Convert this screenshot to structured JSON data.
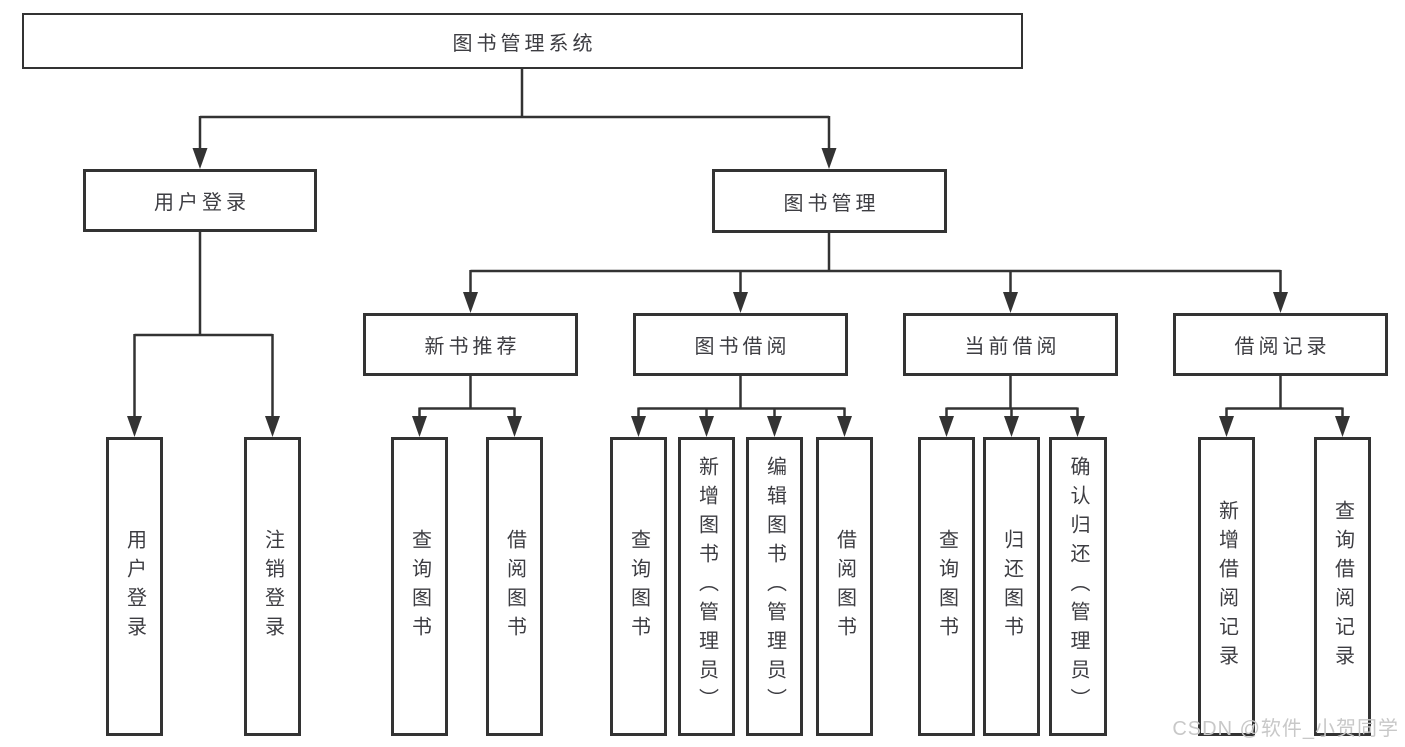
{
  "diagram_title": "图书管理系统",
  "tree": {
    "root": {
      "label": "图书管理系统",
      "children": [
        {
          "label": "用户登录",
          "children": [
            {
              "label": "用户登录"
            },
            {
              "label": "注销登录"
            }
          ]
        },
        {
          "label": "图书管理",
          "children": [
            {
              "label": "新书推荐",
              "children": [
                {
                  "label": "查询图书"
                },
                {
                  "label": "借阅图书"
                }
              ]
            },
            {
              "label": "图书借阅",
              "children": [
                {
                  "label": "查询图书"
                },
                {
                  "label": "新增图书（管理员）"
                },
                {
                  "label": "编辑图书（管理员）"
                },
                {
                  "label": "借阅图书"
                }
              ]
            },
            {
              "label": "当前借阅",
              "children": [
                {
                  "label": "查询图书"
                },
                {
                  "label": "归还图书"
                },
                {
                  "label": "确认归还（管理员）"
                }
              ]
            },
            {
              "label": "借阅记录",
              "children": [
                {
                  "label": "新增借阅记录"
                },
                {
                  "label": "查询借阅记录"
                }
              ]
            }
          ]
        }
      ]
    }
  },
  "watermark": {
    "text": "CSDN @软件_小贺同学"
  },
  "colors": {
    "line": "#333333",
    "box_border": "#333333",
    "text": "#3d3d42",
    "background": "#ffffff",
    "watermark": "#c8c8c8"
  }
}
